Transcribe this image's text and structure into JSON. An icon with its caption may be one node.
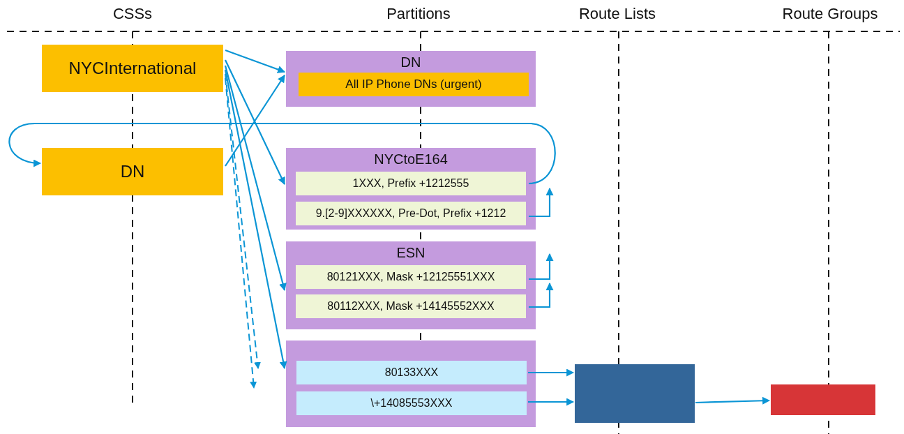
{
  "diagram": {
    "nodes": [
      {
        "text": [
          "NYCInternational"
        ]
      },
      {
        "text": [
          "DN"
        ]
      },
      {
        "text": [
          "All IP Phone DNs (urgent)"
        ],
        "in": 1
      },
      {
        "text": [
          "DN"
        ]
      },
      {
        "text": [
          "NYCtoE164"
        ]
      },
      {
        "text": [
          "1XXX, Prefix +1212555"
        ],
        "in": 4
      },
      {
        "text": [
          "9.[2-9]XXXXXX, Pre-Dot, Prefix +1212"
        ],
        "in": 4
      },
      {
        "text": [
          "ESN"
        ]
      },
      {
        "text": [
          "80121XXX, Mask +12125551XXX"
        ],
        "in": 7
      },
      {
        "text": [
          "80112XXX, Mask +14145552XXX"
        ],
        "in": 7
      },
      {
        "text": [],
        "shape": "box"
      },
      {
        "text": [
          "80133XXX"
        ],
        "in": 10
      },
      {
        "text": [
          "\\+14085553XXX"
        ],
        "in": 10
      },
      {
        "text": [],
        "shape": "box"
      },
      {
        "text": [],
        "shape": "box"
      }
    ],
    "edges": [
      {
        "from": 0,
        "to": 1,
        "arrow": "to"
      },
      {
        "from": 0,
        "to": 4,
        "arrow": "to"
      },
      {
        "from": 0,
        "to": 7,
        "arrow": "to"
      },
      {
        "from": 0,
        "to": 10,
        "arrow": "to"
      },
      {
        "from": 0,
        "to": null,
        "arrow": "to",
        "style": "dashed"
      },
      {
        "from": 0,
        "to": null,
        "arrow": "to",
        "style": "dashed"
      },
      {
        "from": 3,
        "to": 1,
        "arrow": "to"
      },
      {
        "from": 5,
        "to": 3,
        "arrow": "to"
      },
      {
        "from": 6,
        "to": null,
        "arrow": "to"
      },
      {
        "from": 8,
        "to": null,
        "arrow": "to"
      },
      {
        "from": 9,
        "to": null,
        "arrow": "to"
      },
      {
        "from": 11,
        "to": 13,
        "arrow": "to"
      },
      {
        "from": 12,
        "to": 13,
        "arrow": "to"
      },
      {
        "from": 13,
        "to": 14,
        "arrow": "to"
      }
    ],
    "labels": [
      "CSSs",
      "Partitions",
      "Route Lists",
      "Route Groups"
    ]
  }
}
